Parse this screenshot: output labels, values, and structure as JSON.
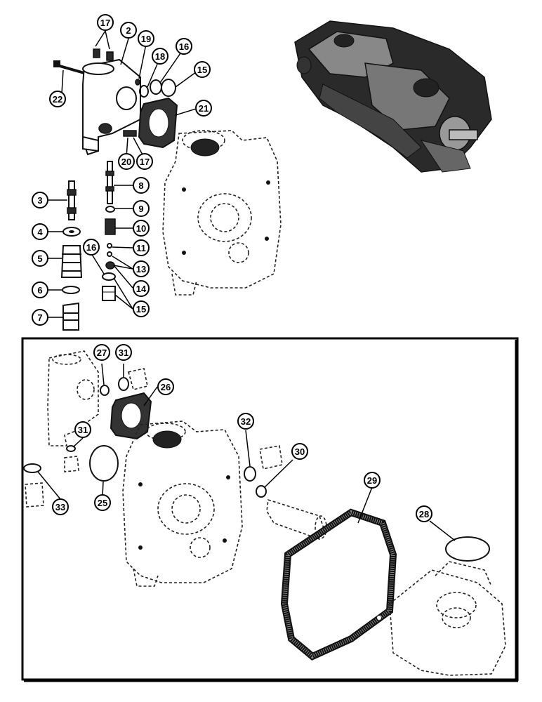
{
  "callouts_top": [
    "2",
    "3",
    "4",
    "5",
    "6",
    "7",
    "8",
    "9",
    "10",
    "11",
    "13",
    "14",
    "15",
    "15",
    "16",
    "16",
    "17",
    "17",
    "18",
    "19",
    "20",
    "21",
    "22"
  ],
  "callouts_bottom": [
    "25",
    "26",
    "27",
    "28",
    "29",
    "30",
    "31",
    "31",
    "32",
    "33"
  ]
}
